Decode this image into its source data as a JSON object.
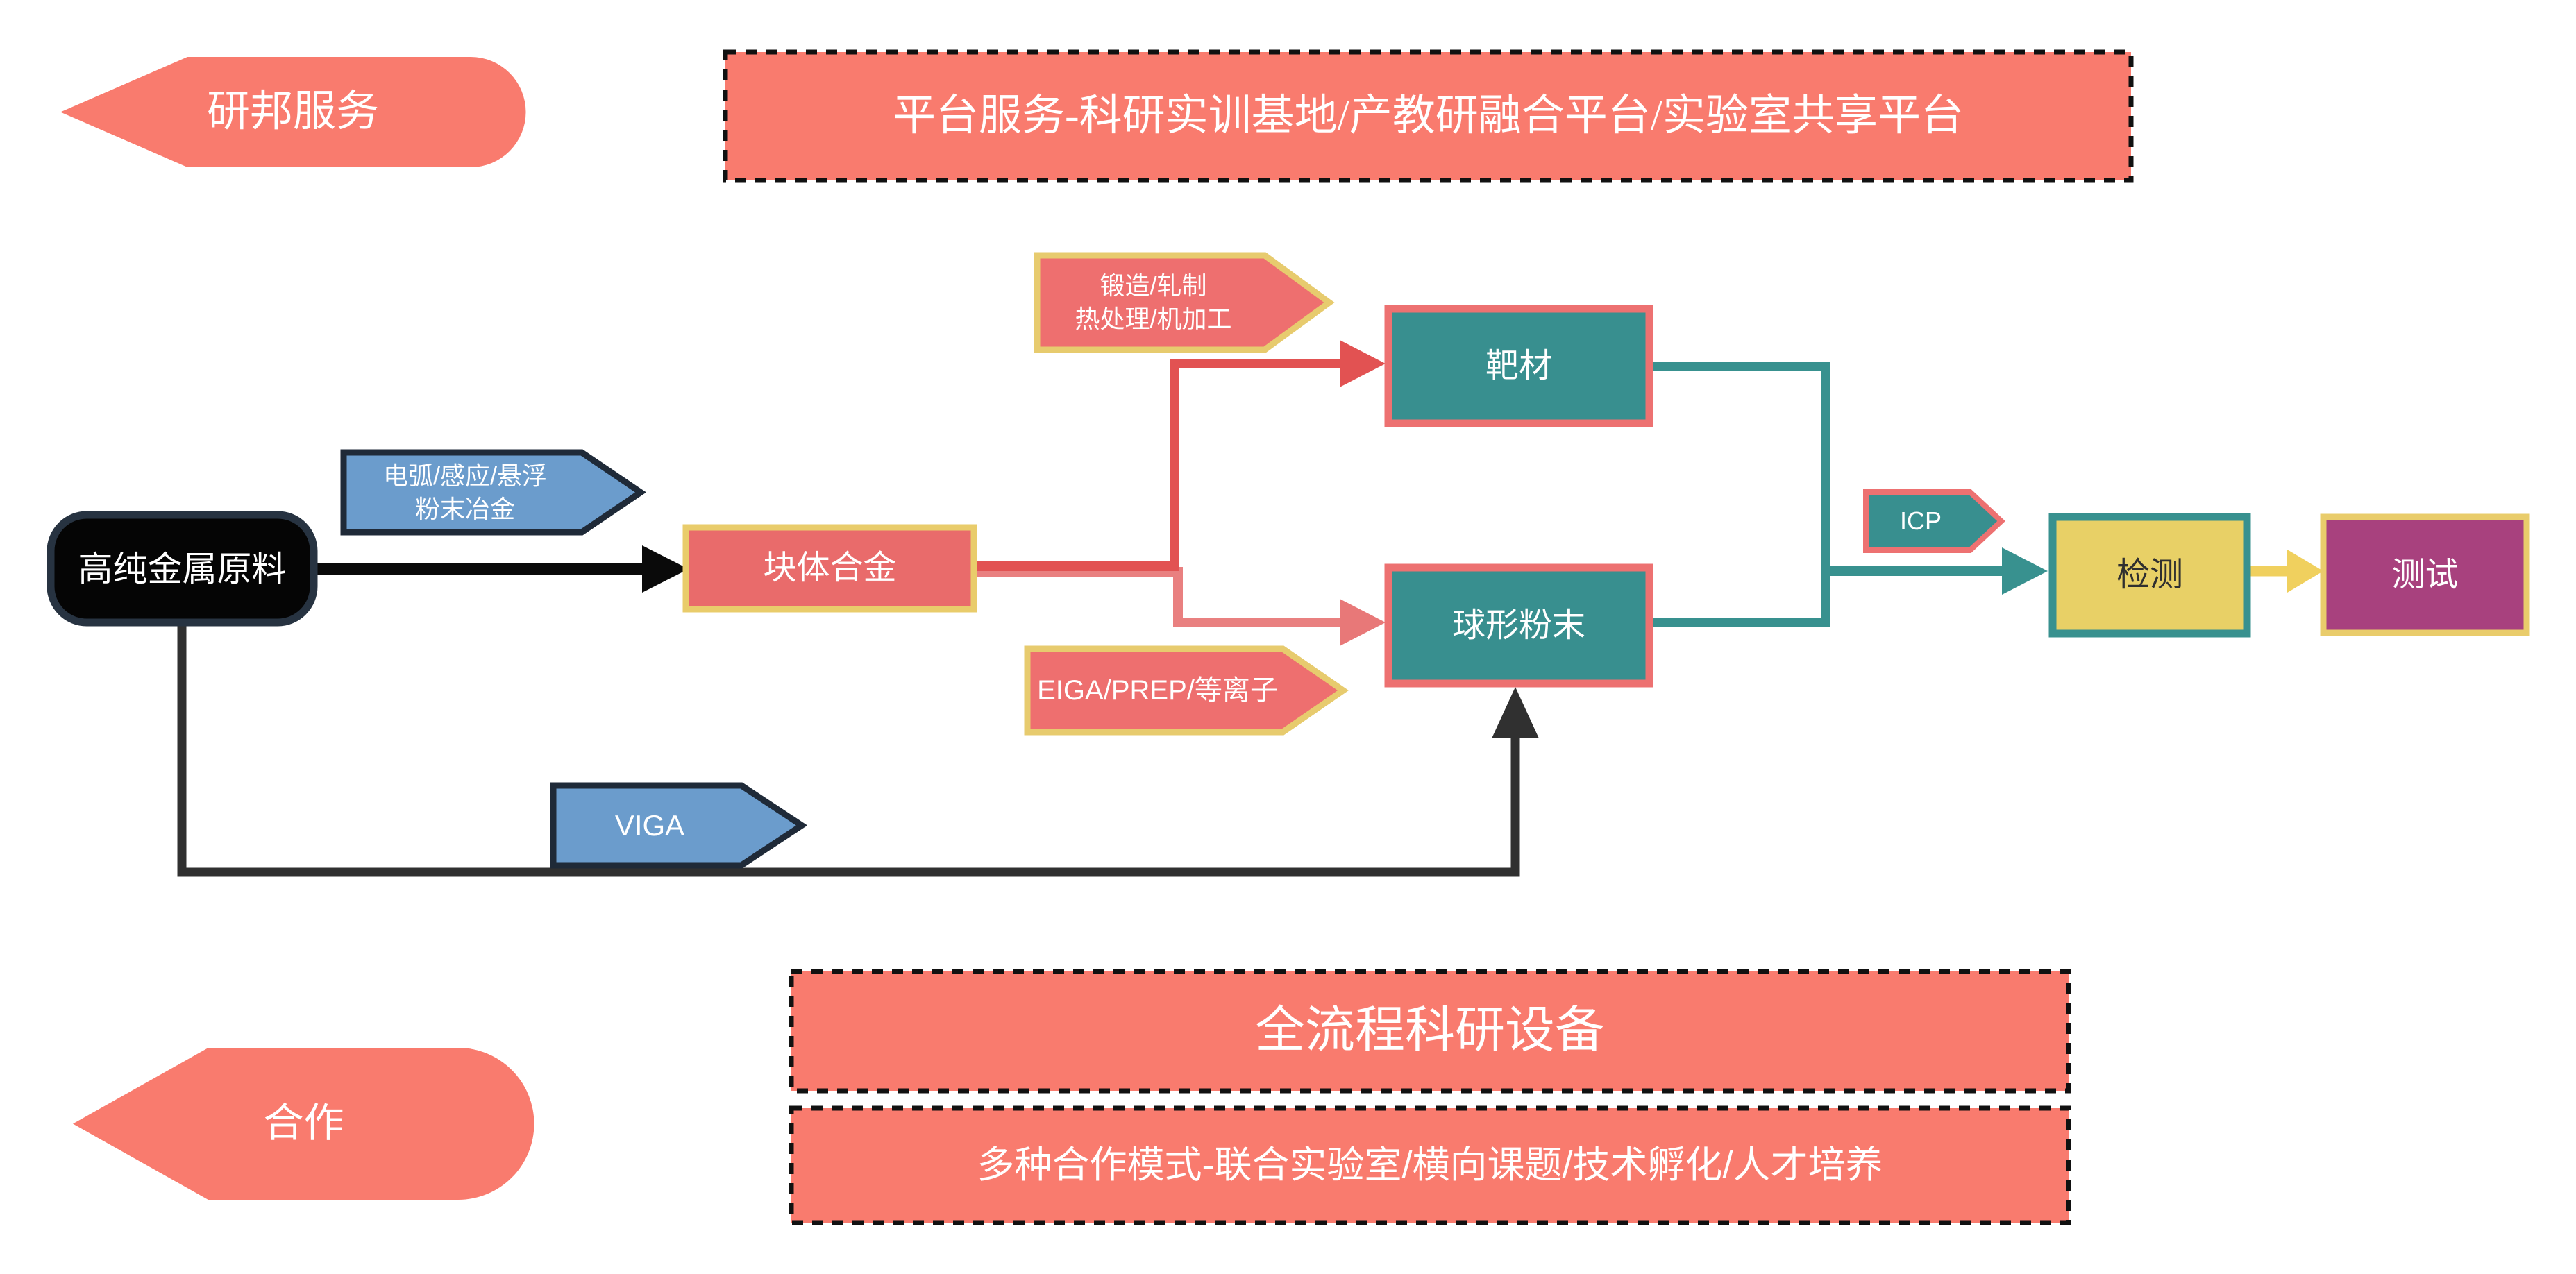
{
  "side_labels": {
    "services": "研邦服务",
    "cooperation": "合作"
  },
  "banners": {
    "platform": "平台服务-科研实训基地/产教研融合平台/实验室共享平台",
    "equipment": "全流程科研设备",
    "modes": "多种合作模式-联合实验室/横向课题/技术孵化/人才培养"
  },
  "nodes": {
    "raw_material": "高纯金属原料",
    "bulk_alloy": "块体合金",
    "target": "靶材",
    "spherical_powder": "球形粉末",
    "inspection": "检测",
    "testing": "测试"
  },
  "process_labels": {
    "melting_line1": "电弧/感应/悬浮",
    "melting_line2": "粉末冶金",
    "forging_line1": "锻造/轧制",
    "forging_line2": "热处理/机加工",
    "atomization": "EIGA/PREP/等离子",
    "viga": "VIGA",
    "icp": "ICP"
  },
  "colors": {
    "salmon_banner": "#F97B6E",
    "node_red": "#E96B6B",
    "red_connector": "#E25252",
    "salmon_connector": "#E98080",
    "blue": "#6B9CCC",
    "navy_border": "#1F2A38",
    "teal": "#38918F",
    "gold_border": "#E9CC6B",
    "yellow_fill": "#E8D066",
    "yellow_connector": "#F0D05E",
    "magenta": "#A8417E",
    "black_connector": "#161616",
    "route_gray": "#303030"
  }
}
